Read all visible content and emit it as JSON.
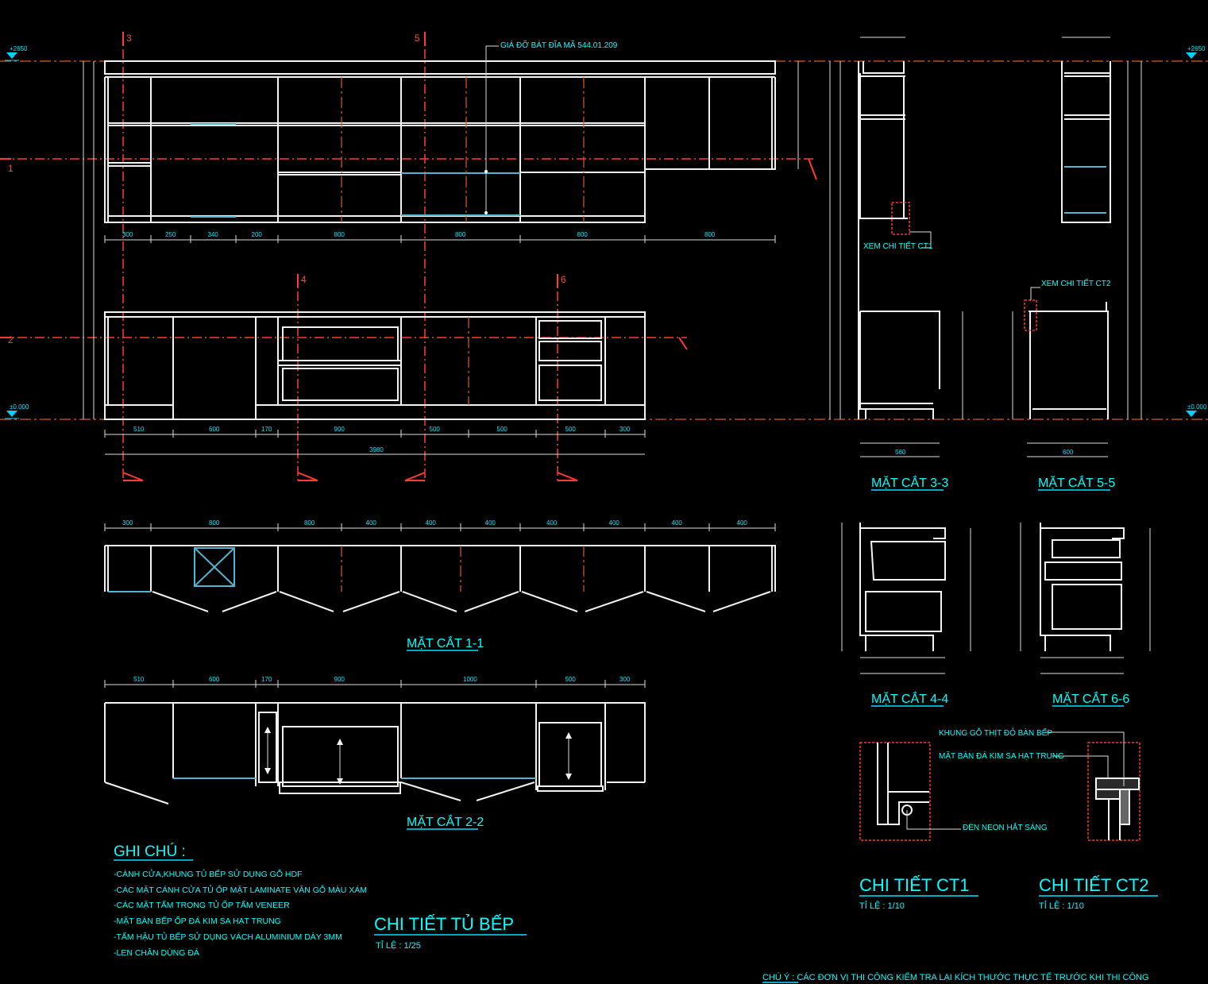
{
  "drawing": {
    "levels": {
      "top": "+2650",
      "bottom": "±0.000"
    },
    "section_markers": {
      "s1": "1",
      "s2": "2",
      "s3": "3",
      "s4": "4",
      "s5": "5",
      "s6": "6"
    },
    "callouts": {
      "dish_rack": "GIÁ ĐỠ BÁT ĐĨA MÃ 544.01.209",
      "see_ct1": "XEM CHI TIẾT CT1",
      "see_ct2": "XEM CHI TIẾT CT2",
      "wood_frame": "KHUNG GỖ THỊT ĐỎ BÀN BẾP",
      "stone_top": "MẶT BÀN ĐÁ KIM SA HẠT TRUNG",
      "neon": "ĐÈN NEON HẮT SÁNG"
    },
    "section_titles": {
      "s11": "MẶT CẮT 1-1",
      "s22": "MẶT CẮT 2-2",
      "s33": "MẶT CẮT 3-3",
      "s55": "MẶT CẮT 5-5",
      "s44": "MẶT CẮT 4-4",
      "s66": "MẶT CẮT 6-6"
    },
    "details": {
      "ct1_title": "CHI TIẾT CT1",
      "ct1_scale": "TỈ LỆ : 1/10",
      "ct2_title": "CHI TIẾT CT2",
      "ct2_scale": "TỈ LỆ : 1/10"
    },
    "main_title": "CHI TIẾT TỦ BẾP",
    "main_scale": "TỈ LỆ : 1/25",
    "notes": {
      "heading": "GHI CHÚ :",
      "items": [
        "-CÁNH CỬA,KHUNG TỦ BẾP SỬ DỤNG GỖ HDF",
        "-CÁC MẶT CÁNH CỬA TỦ ỐP MẶT LAMINATE VÂN GỖ MÀU XÁM",
        "-CÁC MẶT TẤM TRONG TỦ ỐP TẤM VENEER",
        "-MẶT BÀN BẾP ỐP ĐÁ KIM SA HẠT TRUNG",
        "-TẤM HẬU TỦ BẾP SỬ DỤNG VÁCH ALUMINIUM DÀY 3MM",
        "-LEN CHÂN DÙNG ĐÁ"
      ]
    },
    "footer_note": "CHÚ Ý : CÁC ĐƠN VỊ THI CÔNG KIỂM TRA LẠI KÍCH THƯỚC THỰC TẾ TRƯỚC KHI THI CÔNG",
    "dimensions": {
      "upper_row": [
        "300",
        "250",
        "340",
        "200",
        "800",
        "800",
        "800",
        "800"
      ],
      "base_row": [
        "510",
        "600",
        "170",
        "900",
        "500",
        "500",
        "500",
        "300"
      ],
      "base_total": "3980",
      "plan11_row": [
        "300",
        "800",
        "800",
        "400",
        "400",
        "400",
        "400",
        "400",
        "400",
        "400"
      ],
      "plan22_row": [
        "510",
        "600",
        "170",
        "900",
        "1000",
        "500",
        "300"
      ],
      "s33_bottom": [
        "560"
      ],
      "s55_bottom": [
        "600"
      ]
    }
  },
  "colors": {
    "background": "#000000",
    "text": "#00ffff",
    "lines": "#f2f2f2",
    "section": "#ff3b2f",
    "level": "#e0581e"
  }
}
